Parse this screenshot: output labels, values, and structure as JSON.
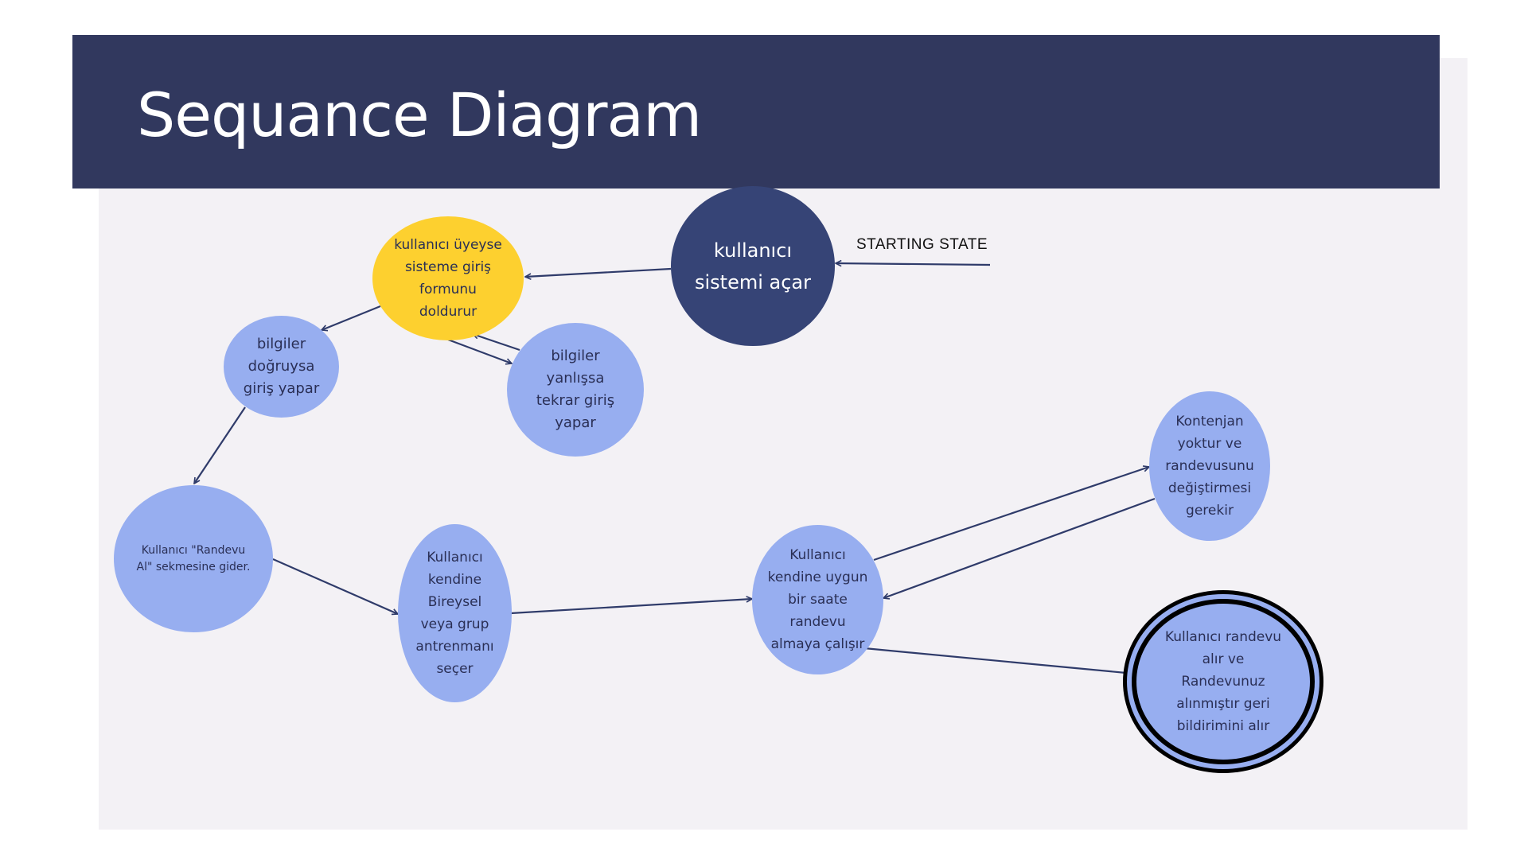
{
  "header": {
    "title": "Sequance Diagram"
  },
  "start_label": "STARTING STATE",
  "colors": {
    "header_bg": "#31385e",
    "panel_bg": "#f3f1f5",
    "node_blue": "#97aef0",
    "node_yellow": "#fdd02f",
    "node_dark": "#364476",
    "arrow": "#2f3b6a"
  },
  "nodes": {
    "start": "kullanıcı\nsistemi açar",
    "login_form": "kullanıcı üyeyse\nsisteme giriş\nformunu\ndoldurur",
    "correct_info": "bilgiler\ndoğruysa\ngiriş yapar",
    "wrong_info": "bilgiler\nyanlışsa\ntekrar giriş\nyapar",
    "appointment_tab": "Kullanıcı \"Randevu\nAl\" sekmesine gider.",
    "training_choice": "Kullanıcı\nkendine\nBireysel\nveya grup\nantrenmanı\nseçer",
    "try_booking": "Kullanıcı\nkendine uygun\nbir saate\nrandevu\nalmaya çalışır",
    "no_quota": "Kontenjan\nyoktur ve\nrandevusunu\ndeğiştirmesi\ngerekir",
    "booked": "Kullanıcı randevu\nalır ve\nRandevunuz\nalınmıştır geri\nbildirimini alır"
  }
}
